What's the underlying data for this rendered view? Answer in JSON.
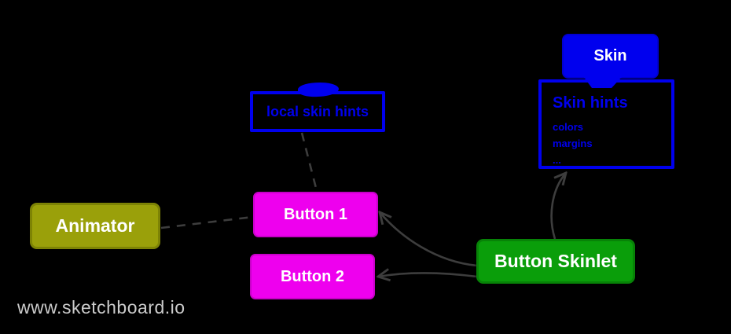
{
  "watermark": "www.sketchboard.io",
  "colors": {
    "background": "#000000",
    "blue": "#0000ee",
    "blue_dark": "#0000d0",
    "magenta": "#ee00ee",
    "magenta_border": "#c800c8",
    "green": "#0a9e0a",
    "green_border": "#078307",
    "olive": "#9aa00a",
    "olive_border": "#7d8305",
    "line": "#3d3d3d",
    "watermark": "#cbcbcb"
  },
  "nodes": {
    "skin": {
      "label": "Skin"
    },
    "skin_hints": {
      "title": "Skin hints",
      "items": [
        "colors",
        "margins",
        "..."
      ]
    },
    "local_skin_hints": {
      "label": "local skin hints"
    },
    "animator": {
      "label": "Animator"
    },
    "button1": {
      "label": "Button 1"
    },
    "button2": {
      "label": "Button 2"
    },
    "button_skinlet": {
      "label": "Button Skinlet"
    }
  },
  "edges": [
    {
      "from": "Skin",
      "to": "Skin hints",
      "style": "attached",
      "arrow": false
    },
    {
      "from": "local skin hints",
      "to": "Button 1",
      "style": "dashed",
      "arrow": false
    },
    {
      "from": "Animator",
      "to": "Button 1",
      "style": "dashed",
      "arrow": false
    },
    {
      "from": "Button Skinlet",
      "to": "Button 1",
      "style": "solid",
      "arrow": true
    },
    {
      "from": "Button Skinlet",
      "to": "Button 2",
      "style": "solid",
      "arrow": true
    },
    {
      "from": "Button Skinlet",
      "to": "Skin hints",
      "style": "solid",
      "arrow": true
    }
  ]
}
